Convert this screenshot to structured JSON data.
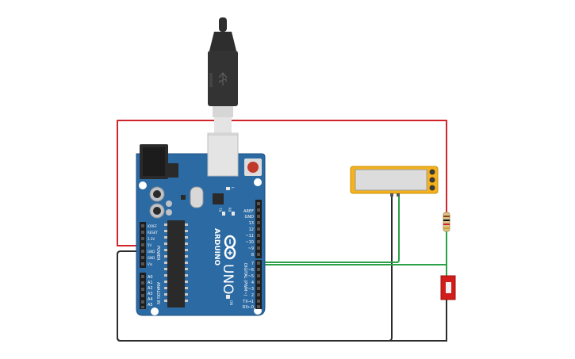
{
  "board": {
    "brand": "ARDUINO",
    "model": "UNO",
    "power_header_title": "POWER",
    "analog_header_title": "ANALOG IN",
    "digital_header_title": "DIGITAL (PWM~)",
    "power_pins": [
      "IOREF",
      "RESET",
      "3.3V",
      "5V",
      "GND",
      "GND",
      "Vin"
    ],
    "analog_pins": [
      "A0",
      "A1",
      "A2",
      "A3",
      "A4",
      "A5"
    ],
    "digital_top_pins": [
      "AREF",
      "GND",
      "13",
      "12",
      "~11",
      "~10",
      "~9",
      "8"
    ],
    "digital_bottom_pins": [
      "7",
      "~6",
      "~5",
      "4",
      "~3",
      "2",
      "TX→1",
      "RX←0"
    ],
    "led_labels": [
      "TX",
      "RX",
      "ON",
      "L"
    ]
  },
  "colors": {
    "board": "#2b6aa3",
    "board_edge": "#1f5283",
    "wire_red": "#d0232b",
    "wire_green": "#2aa146",
    "wire_black": "#2b2b2b",
    "sensor_frame": "#f5b21b",
    "switch": "#d21b1b"
  },
  "icons": {
    "usb_cable": "usb-cable-icon",
    "reset_button": "reset-button-icon",
    "logo": "arduino-infinity-logo-icon"
  }
}
